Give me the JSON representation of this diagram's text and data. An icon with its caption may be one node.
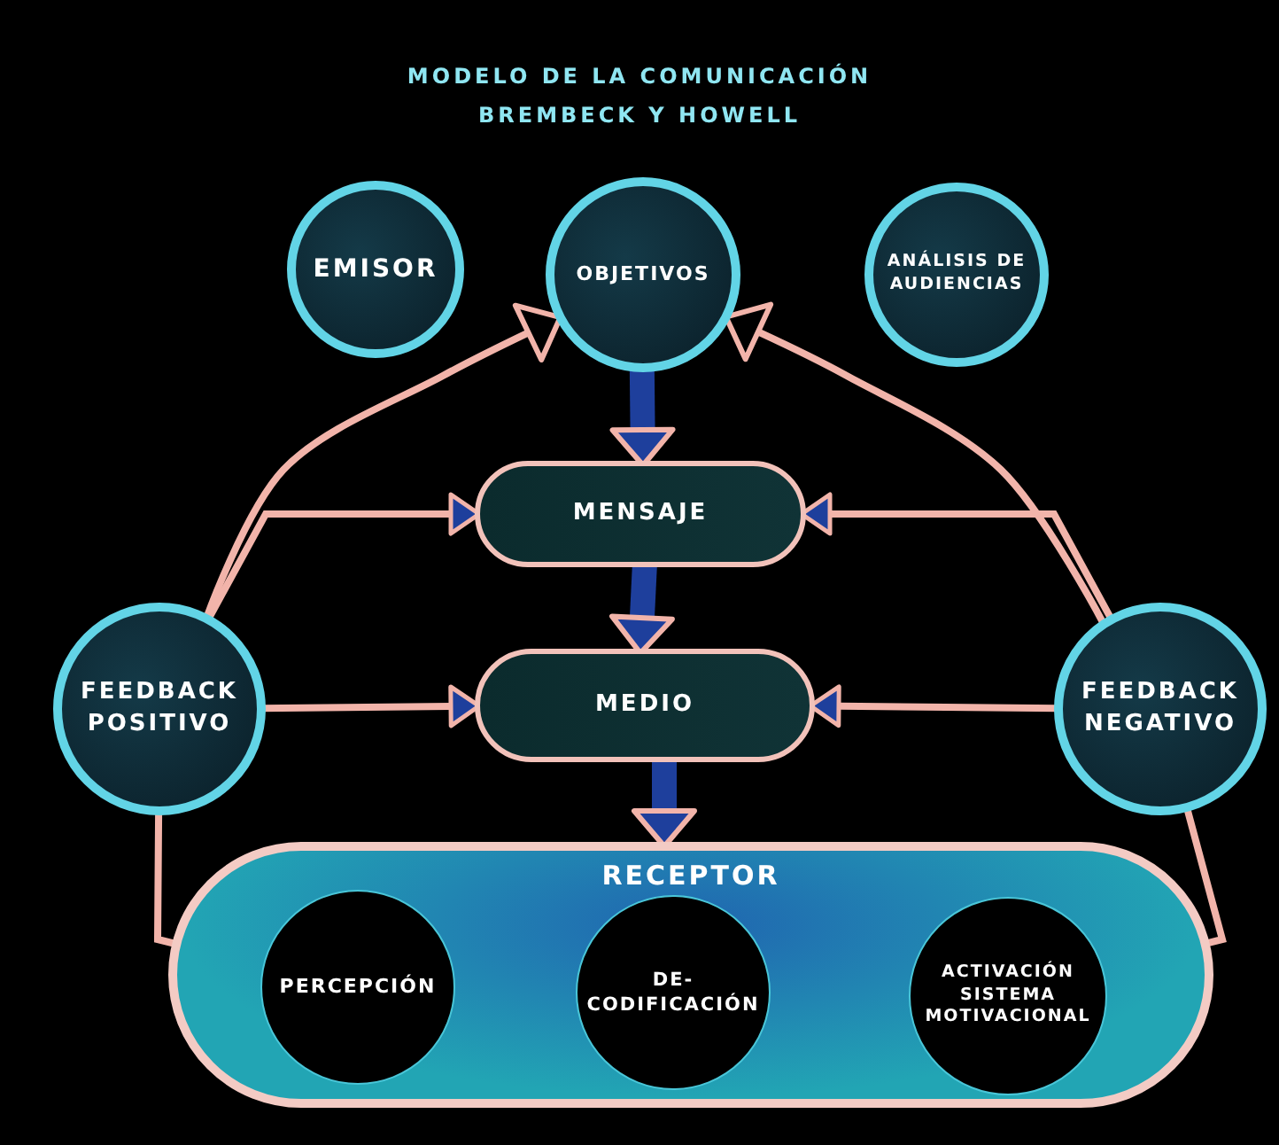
{
  "diagram": {
    "title": "MODELO DE LA COMUNICACIÓN",
    "nodes": [
      {
        "text": [
          "EMISOR"
        ]
      },
      {
        "text": [
          "OBJETIVOS"
        ]
      },
      {
        "text": [
          "ANÁLISIS DE AUDIENCIAS"
        ]
      },
      {
        "text": [
          "MENSAJE"
        ]
      },
      {
        "text": [
          "FEEDBACK POSITIVO"
        ]
      },
      {
        "text": [
          "MEDIO"
        ]
      },
      {
        "text": [
          "FEEDBACK NEGATIVO"
        ]
      },
      {
        "text": [
          "RECEPTOR"
        ]
      },
      {
        "text": [
          "PERCEPCIÓN"
        ],
        "in": 7
      },
      {
        "text": [
          "DE- CODIFICACIÓN"
        ],
        "in": 7
      },
      {
        "text": [
          "ACTIVACIÓN SISTEMA MOTIVACIONAL"
        ],
        "in": 7
      }
    ],
    "edges": [
      {
        "from": 1,
        "to": 3,
        "arrow": "to",
        "style": "thick",
        "color": "#1e3f9c"
      },
      {
        "from": 3,
        "to": 5,
        "arrow": "to",
        "style": "thick",
        "color": "#1e3f9c"
      },
      {
        "from": 5,
        "to": 7,
        "arrow": "to",
        "style": "thick",
        "color": "#1e3f9c"
      },
      {
        "from": 4,
        "to": 1,
        "arrow": "to"
      },
      {
        "from": 4,
        "to": 3,
        "arrow": "to"
      },
      {
        "from": 4,
        "to": 5,
        "arrow": "to"
      },
      {
        "from": 6,
        "to": 3,
        "arrow": "to"
      },
      {
        "from": 6,
        "to": 5,
        "arrow": "to"
      },
      {
        "from": 6,
        "to": 1,
        "arrow": "to"
      },
      {
        "from": 7,
        "to": 4,
        "arrow": "none"
      },
      {
        "from": 7,
        "to": 6,
        "arrow": "none"
      }
    ],
    "labels": [
      "BREMBECK Y HOWELL"
    ]
  }
}
